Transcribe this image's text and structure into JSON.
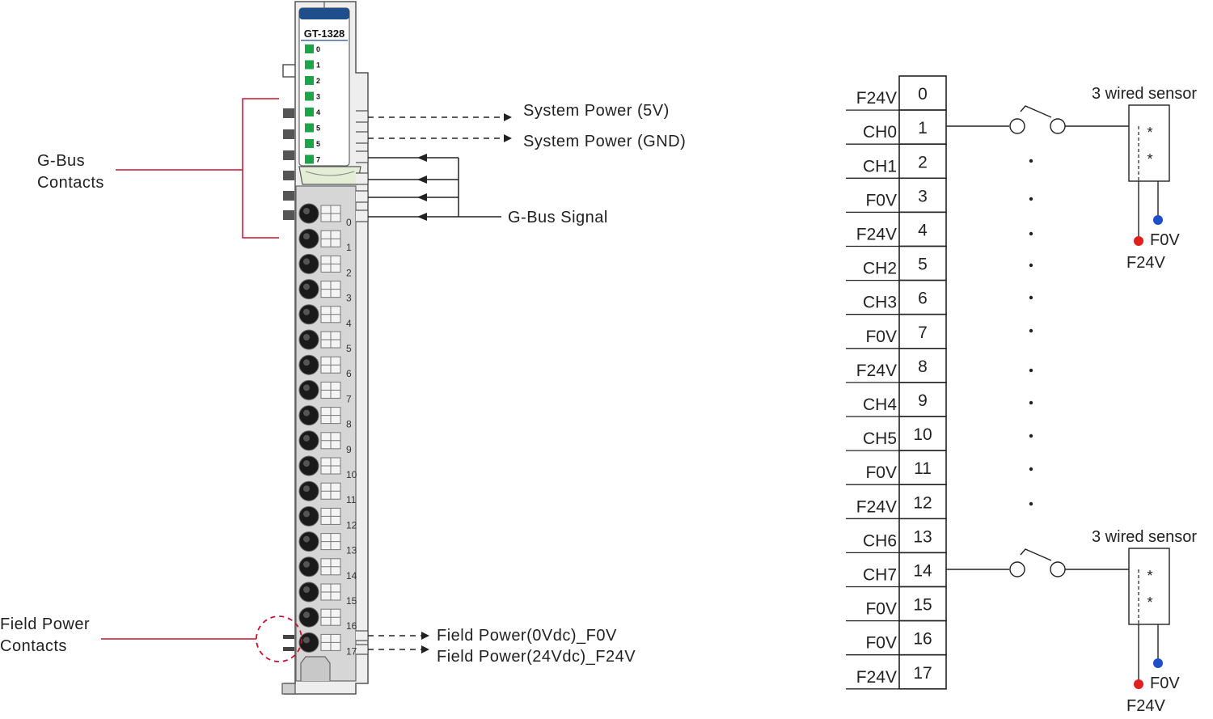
{
  "module": {
    "model": "GT-1328",
    "led_labels": [
      "0",
      "1",
      "2",
      "3",
      "4",
      "5",
      "5",
      "7"
    ],
    "terminal_labels": [
      "0",
      "1",
      "2",
      "3",
      "4",
      "5",
      "6",
      "7",
      "8",
      "9",
      "10",
      "11",
      "12",
      "13",
      "14",
      "15",
      "16",
      "17"
    ]
  },
  "callouts": {
    "gbus_contacts": [
      "G-Bus",
      "Contacts"
    ],
    "field_power_contacts": [
      "Field Power",
      "Contacts"
    ],
    "system_power_5v": "System Power (5V)",
    "system_power_gnd": "System Power (GND)",
    "gbus_signal": "G-Bus Signal",
    "field_power_0v": "Field Power(0Vdc)_F0V",
    "field_power_24v": "Field Power(24Vdc)_F24V"
  },
  "wiring": {
    "terminals": [
      {
        "num": "0",
        "label": "F24V"
      },
      {
        "num": "1",
        "label": "CH0"
      },
      {
        "num": "2",
        "label": "CH1"
      },
      {
        "num": "3",
        "label": "F0V"
      },
      {
        "num": "4",
        "label": "F24V"
      },
      {
        "num": "5",
        "label": "CH2"
      },
      {
        "num": "6",
        "label": "CH3"
      },
      {
        "num": "7",
        "label": "F0V"
      },
      {
        "num": "8",
        "label": "F24V"
      },
      {
        "num": "9",
        "label": "CH4"
      },
      {
        "num": "10",
        "label": "CH5"
      },
      {
        "num": "11",
        "label": "F0V"
      },
      {
        "num": "12",
        "label": "F24V"
      },
      {
        "num": "13",
        "label": "CH6"
      },
      {
        "num": "14",
        "label": "CH7"
      },
      {
        "num": "15",
        "label": "F0V"
      },
      {
        "num": "16",
        "label": "F0V"
      },
      {
        "num": "17",
        "label": "F24V"
      }
    ],
    "sensors": [
      {
        "title": "3 wired sensor",
        "f0v": "F0V",
        "f24v": "F24V",
        "marks": [
          "*",
          "*"
        ]
      },
      {
        "title": "3 wired sensor",
        "f0v": "F0V",
        "f24v": "F24V",
        "marks": [
          "*",
          "*"
        ]
      }
    ]
  },
  "colors": {
    "callout_line": "#c8102e",
    "led_green": "#1fa34a",
    "module_header": "#1f4e8c",
    "module_body": "#d6d6d6",
    "dot_red": "#e0201e",
    "dot_blue": "#1e4fc8"
  }
}
